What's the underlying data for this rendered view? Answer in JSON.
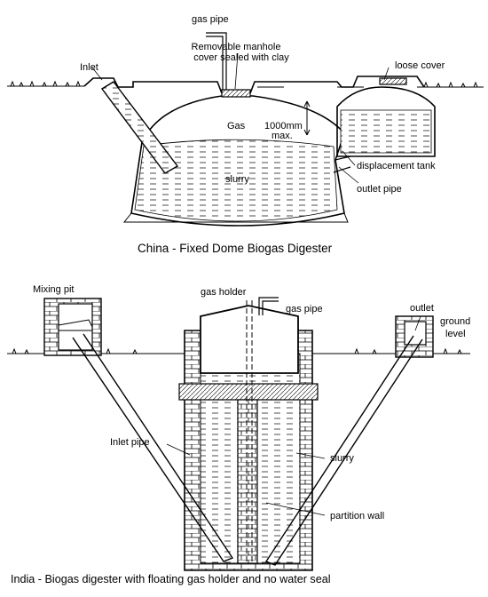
{
  "china": {
    "caption": "China - Fixed Dome Biogas Digester",
    "labels": {
      "gas_pipe": "gas pipe",
      "manhole_1": "Removable manhole",
      "manhole_2": "cover sealed with clay",
      "inlet": "Inlet",
      "loose_cover": "loose cover",
      "gas": "Gas",
      "depth_1": "1000mm",
      "depth_2": "max.",
      "displacement_tank": "displacement tank",
      "slurry": "slurry",
      "outlet_pipe": "outlet pipe"
    }
  },
  "india": {
    "caption": "India - Biogas digester with floating gas holder and no water seal",
    "labels": {
      "mixing_pit": "Mixing pit",
      "gas_holder": "gas holder",
      "gas_pipe": "gas pipe",
      "outlet": "outlet",
      "ground_1": "ground",
      "ground_2": "level",
      "inlet_pipe": "Inlet pipe",
      "slurry": "slurry",
      "partition_wall": "partition wall"
    }
  },
  "colors": {
    "ink": "#000000",
    "paper": "#ffffff"
  }
}
